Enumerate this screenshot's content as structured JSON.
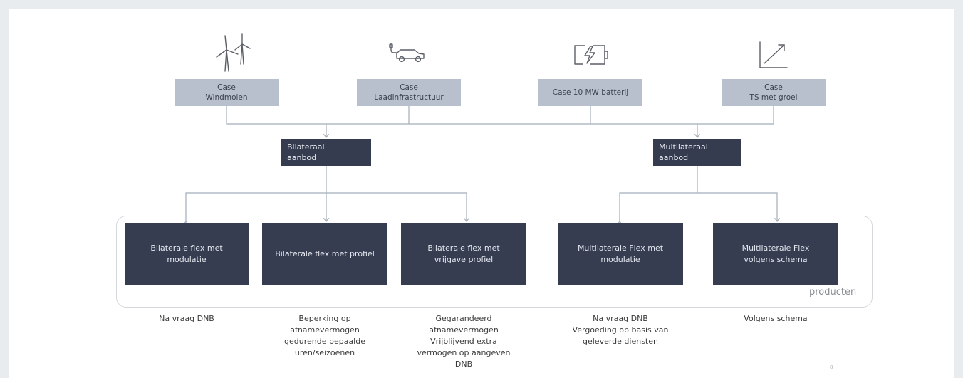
{
  "cases": [
    {
      "line1": "Case",
      "line2": "Windmolen",
      "icon": "wind-turbine-icon"
    },
    {
      "line1": "Case",
      "line2": "Laadinfrastructuur",
      "icon": "electric-car-icon"
    },
    {
      "line1": "Case 10 MW batterij",
      "line2": "",
      "icon": "battery-icon"
    },
    {
      "line1": "Case",
      "line2": "TS met groei",
      "icon": "growth-chart-icon"
    }
  ],
  "aanbod": [
    {
      "line1": "Bilateraal",
      "line2": "aanbod"
    },
    {
      "line1": "Multilateraal",
      "line2": "aanbod"
    }
  ],
  "products": [
    {
      "line1": "Bilaterale flex met",
      "line2": "modulatie"
    },
    {
      "line1": "Bilaterale flex met profiel",
      "line2": ""
    },
    {
      "line1": "Bilaterale flex met",
      "line2": "vrijgave profiel"
    },
    {
      "line1": "Multilaterale Flex met",
      "line2": "modulatie"
    },
    {
      "line1": "Multilaterale Flex",
      "line2": "volgens schema"
    }
  ],
  "producten_label": "producten",
  "notes": [
    [
      "Na vraag DNB"
    ],
    [
      "Beperking op",
      "afnamevermogen",
      "gedurende bepaalde",
      "uren/seizoenen"
    ],
    [
      "Gegarandeerd",
      "afnamevermogen",
      "Vrijblijvend extra",
      "vermogen op aangeven",
      "DNB"
    ],
    [
      "Na vraag DNB",
      "Vergoeding op basis van",
      "geleverde diensten"
    ],
    [
      "Volgens schema"
    ]
  ],
  "page_number": "8",
  "colors": {
    "case_fill": "#b8c0cd",
    "dark_fill": "#353c4f",
    "connector": "#a4aeb9",
    "frame_border": "#a7b9c4"
  }
}
